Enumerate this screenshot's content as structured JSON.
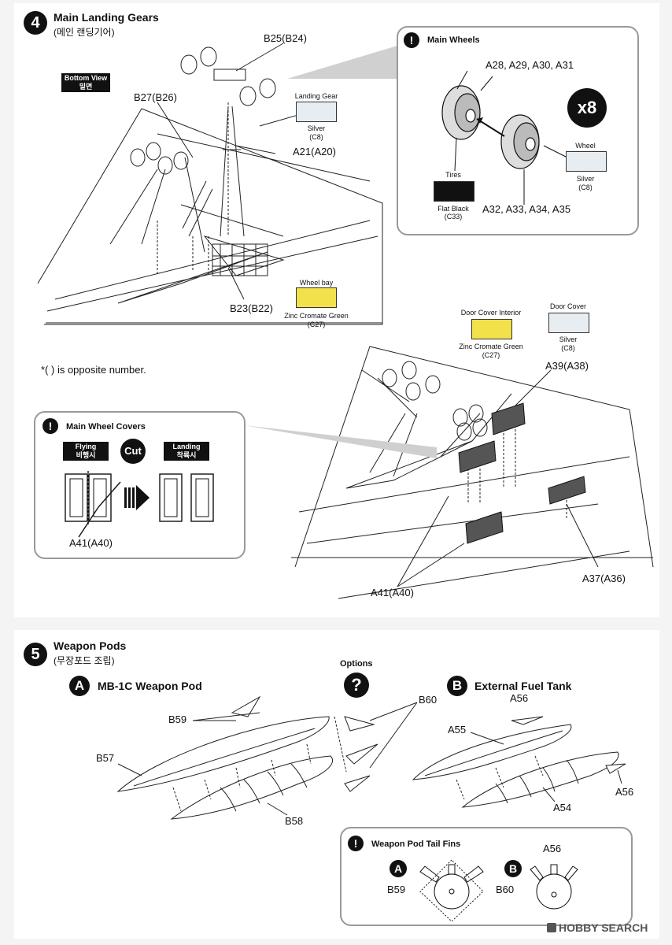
{
  "step4": {
    "number": "4",
    "title": "Main Landing Gears",
    "subtitle": "(메인 랜딩기어)",
    "bottom_view": "Bottom View",
    "bottom_view_kr": "밑면",
    "parts": {
      "b25": "B25(B24)",
      "b27": "B27(B26)",
      "a21": "A21(A20)",
      "b23": "B23(B22)"
    },
    "landing_gear_color": {
      "label": "Landing Gear",
      "name": "Silver",
      "code": "(C8)",
      "hex": "#e8edf2"
    },
    "wheel_bay_color": {
      "label": "Wheel bay",
      "name": "Zinc Cromate Green",
      "code": "(C27)",
      "hex": "#f2e14a"
    },
    "main_wheels": {
      "title": "Main Wheels",
      "parts_top": "A28, A29, A30, A31",
      "parts_bottom": "A32, A33, A34, A35",
      "multiplier": "x8",
      "tires": {
        "label": "Tires",
        "name": "Flat Black",
        "code": "(C33)",
        "hex": "#111111"
      },
      "wheel": {
        "label": "Wheel",
        "name": "Silver",
        "code": "(C8)",
        "hex": "#e8edf2"
      }
    },
    "opposite_note": "*(   ) is opposite number.",
    "door_cover_interior": {
      "label": "Door Cover Interior",
      "name": "Zinc Cromate Green",
      "code": "(C27)",
      "hex": "#f2e14a"
    },
    "door_cover": {
      "label": "Door Cover",
      "name": "Silver",
      "code": "(C8)",
      "hex": "#e8edf2"
    },
    "a39": "A39(A38)",
    "a37": "A37(A36)",
    "a41": "A41(A40)",
    "wheel_covers": {
      "title": "Main Wheel Covers",
      "flying": "Flying",
      "flying_kr": "비행시",
      "cut": "Cut",
      "landing": "Landing",
      "landing_kr": "착륙시",
      "part": "A41(A40)"
    }
  },
  "step5": {
    "number": "5",
    "title": "Weapon Pods",
    "subtitle": "(무장포드 조립)",
    "options": "Options",
    "options_icon": "?",
    "pod_a": {
      "letter": "A",
      "title": "MB-1C Weapon Pod"
    },
    "pod_b": {
      "letter": "B",
      "title": "External Fuel Tank"
    },
    "parts": {
      "b59": "B59",
      "b57": "B57",
      "b58": "B58",
      "b60": "B60",
      "a56_top": "A56",
      "a55": "A55",
      "a56_right": "A56",
      "a54": "A54"
    },
    "tail_fins": {
      "title": "Weapon Pod Tail Fins",
      "a_letter": "A",
      "a_part": "B59",
      "b_part": "B60",
      "b_letter": "B",
      "b_top": "A56"
    }
  },
  "watermark": "HOBBY SEARCH"
}
